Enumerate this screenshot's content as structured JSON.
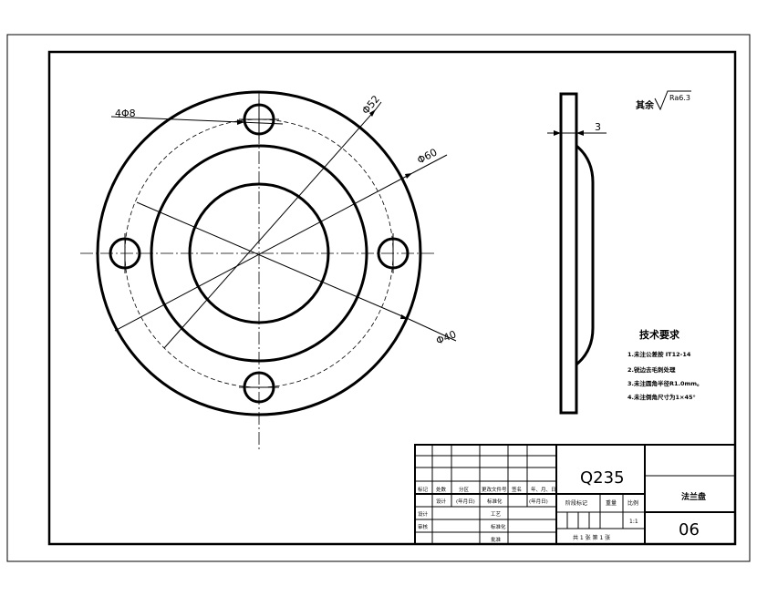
{
  "dimensions": {
    "bolt_holes": "4Φ8",
    "bolt_circle": "Φ52",
    "outer_diameter": "Φ60",
    "inner_diameter": "Φ40",
    "thickness": "3"
  },
  "surface_finish": {
    "prefix": "其余",
    "value": "Ra6.3"
  },
  "technical_requirements": {
    "title": "技术要求",
    "items": [
      "1.未注公差按 IT12-14",
      "2.锐边去毛刺处理",
      "3.未注圆角半径R1.0mm。",
      "4.未注倒角尺寸为1×45°"
    ]
  },
  "title_block": {
    "material": "Q235",
    "part_name": "法兰盘",
    "drawing_number": "06",
    "scale_label": "比例",
    "quantity_label": "重量",
    "stage_label": "阶段标记",
    "sheet_text": "共 1 张  第 1 张",
    "scale_value": "1:1",
    "rev_headers": [
      "标记",
      "处数",
      "分区",
      "更改文件号",
      "签名",
      "年、月、日"
    ],
    "sign_row": [
      "设计",
      "",
      "标准化",
      "",
      "",
      "(年月日)"
    ],
    "roles": [
      "设计",
      "审核",
      "工艺",
      "批准"
    ],
    "role_extra": [
      "",
      "",
      "",
      ""
    ],
    "row_b": [
      "",
      "标准化",
      "(年月日)"
    ]
  }
}
